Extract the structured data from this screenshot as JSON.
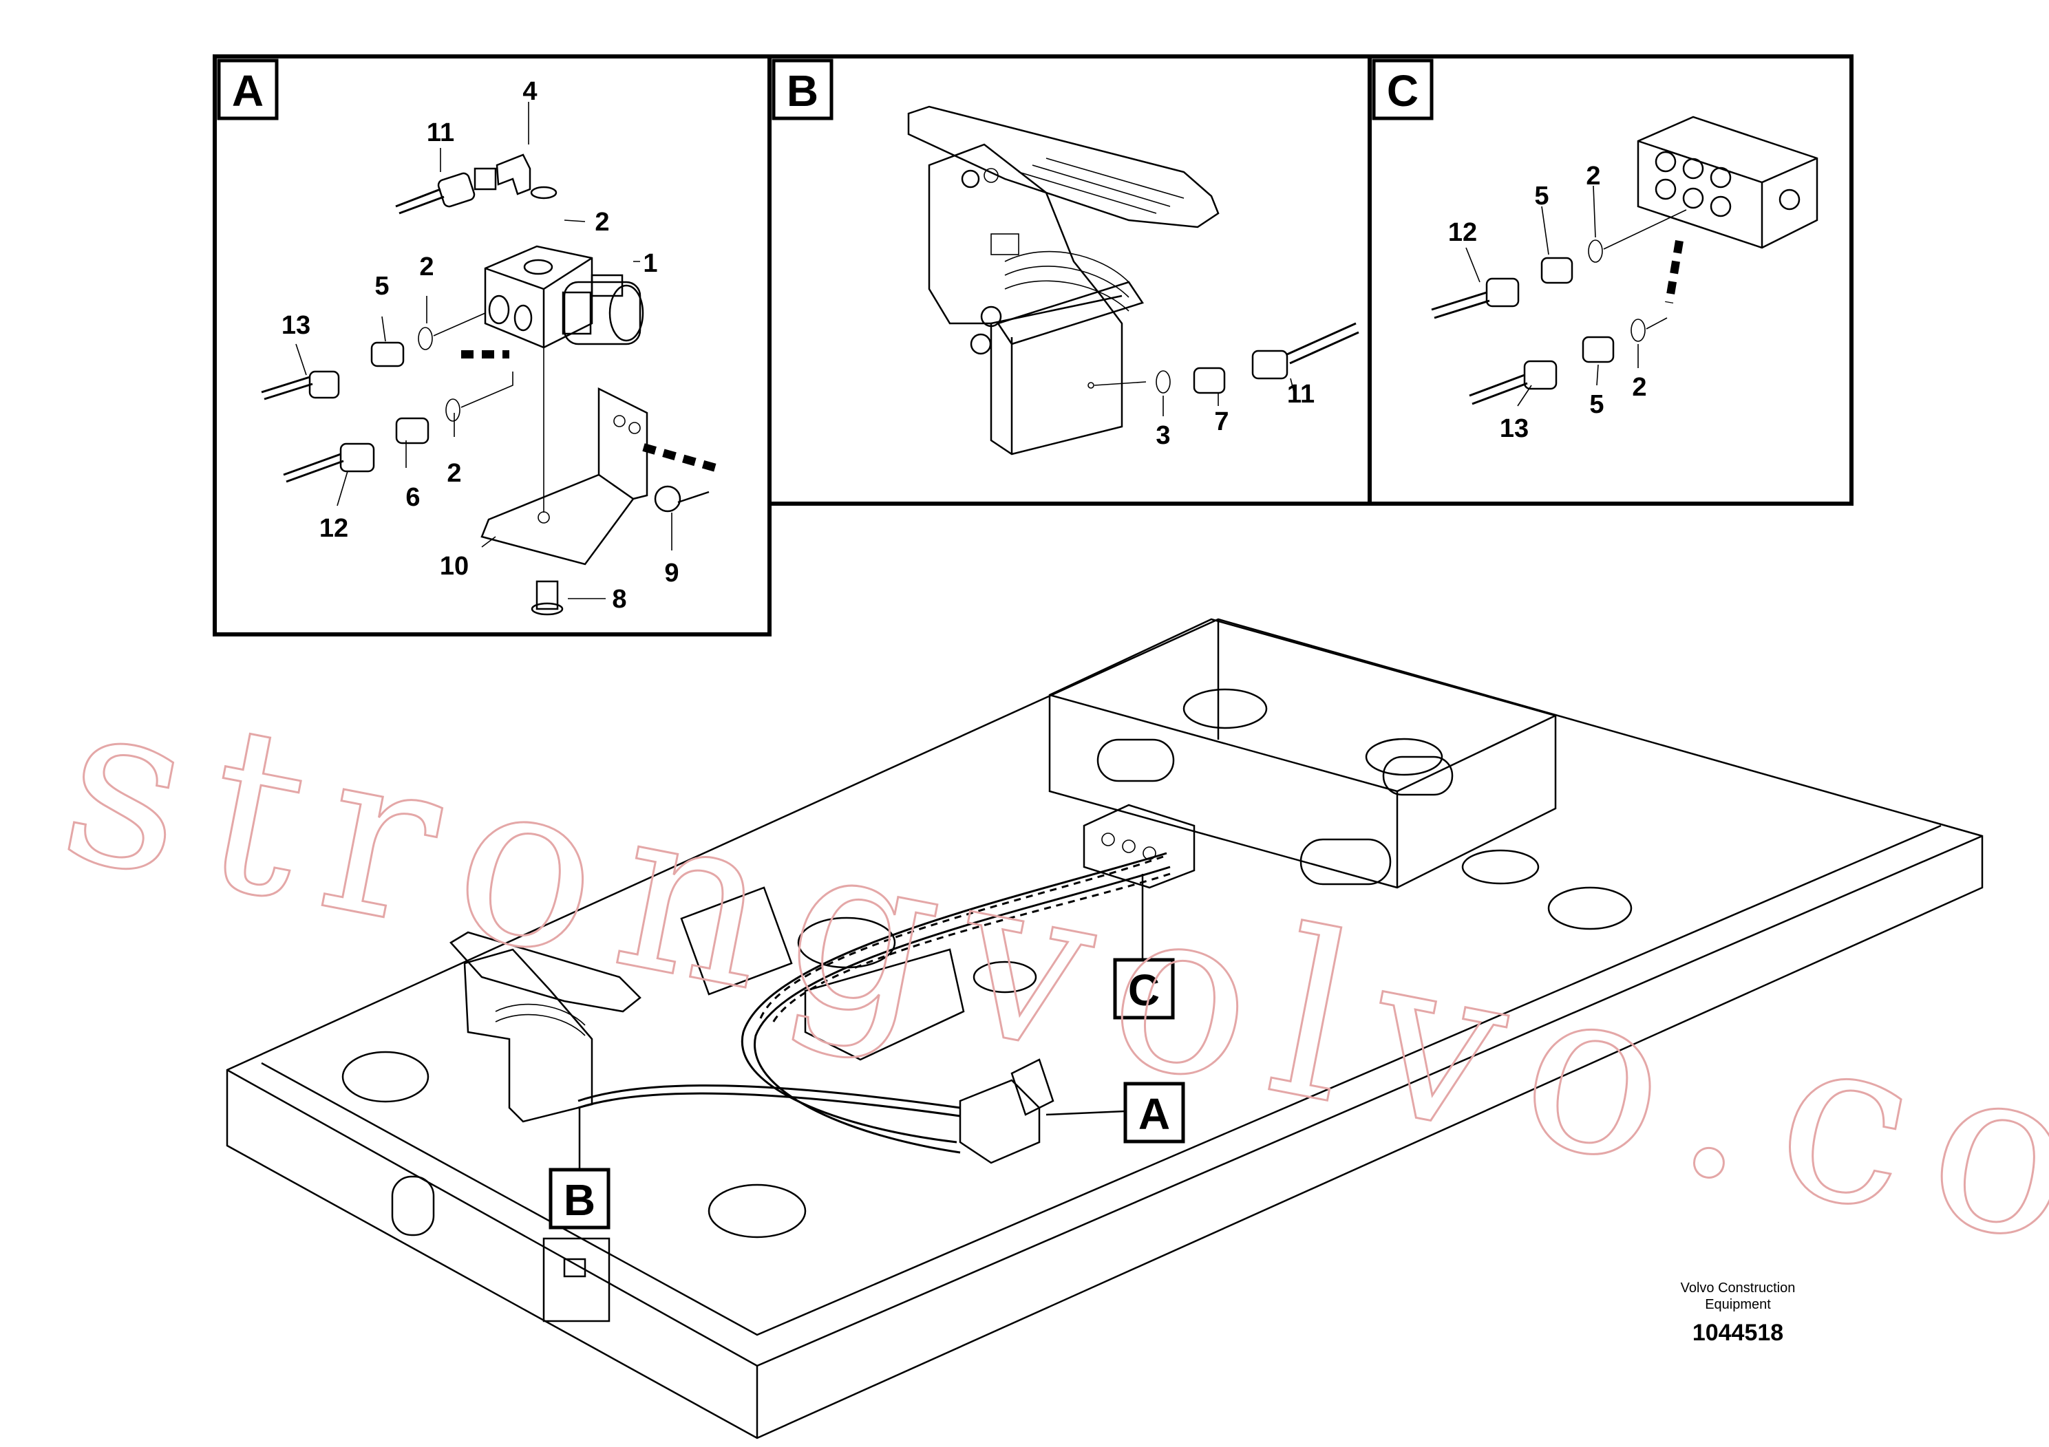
{
  "panels": {
    "A": {
      "letter": "A",
      "callouts": [
        "11",
        "4",
        "2",
        "1",
        "5",
        "2",
        "13",
        "2",
        "6",
        "12",
        "10",
        "9",
        "8"
      ]
    },
    "B": {
      "letter": "B",
      "callouts": [
        "3",
        "7",
        "11"
      ]
    },
    "C": {
      "letter": "C",
      "callouts": [
        "12",
        "5",
        "2",
        "13",
        "5",
        "2"
      ]
    }
  },
  "main_labels": {
    "a": "A",
    "b": "B",
    "c": "C"
  },
  "watermark": "strongvolvo.com",
  "brand": {
    "line1": "Volvo Construction",
    "line2": "Equipment",
    "part_number": "1044518"
  }
}
